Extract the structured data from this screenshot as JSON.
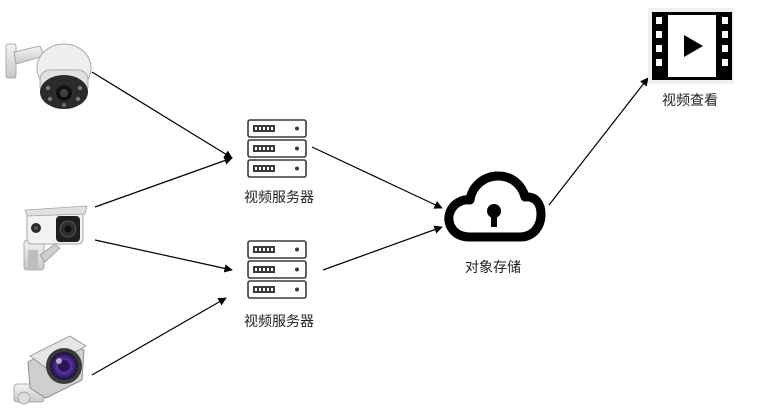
{
  "diagram": {
    "nodes": {
      "server_top": {
        "label": "视频服务器"
      },
      "server_bottom": {
        "label": "视频服务器"
      },
      "storage": {
        "label": "对象存储"
      },
      "viewer": {
        "label": "视频查看"
      }
    },
    "cameras": [
      {
        "icon": "ptz-dome-camera-icon"
      },
      {
        "icon": "bullet-camera-icon"
      },
      {
        "icon": "box-camera-icon"
      }
    ],
    "edges": [
      {
        "from": "camera-1",
        "to": "server_top"
      },
      {
        "from": "camera-2",
        "to": "server_top"
      },
      {
        "from": "camera-2",
        "to": "server_bottom"
      },
      {
        "from": "camera-3",
        "to": "server_bottom"
      },
      {
        "from": "server_top",
        "to": "storage"
      },
      {
        "from": "server_bottom",
        "to": "storage"
      },
      {
        "from": "storage",
        "to": "viewer"
      }
    ],
    "colors": {
      "line": "#000000",
      "icon": "#000000",
      "server_icon": "#3a3a3a"
    }
  }
}
